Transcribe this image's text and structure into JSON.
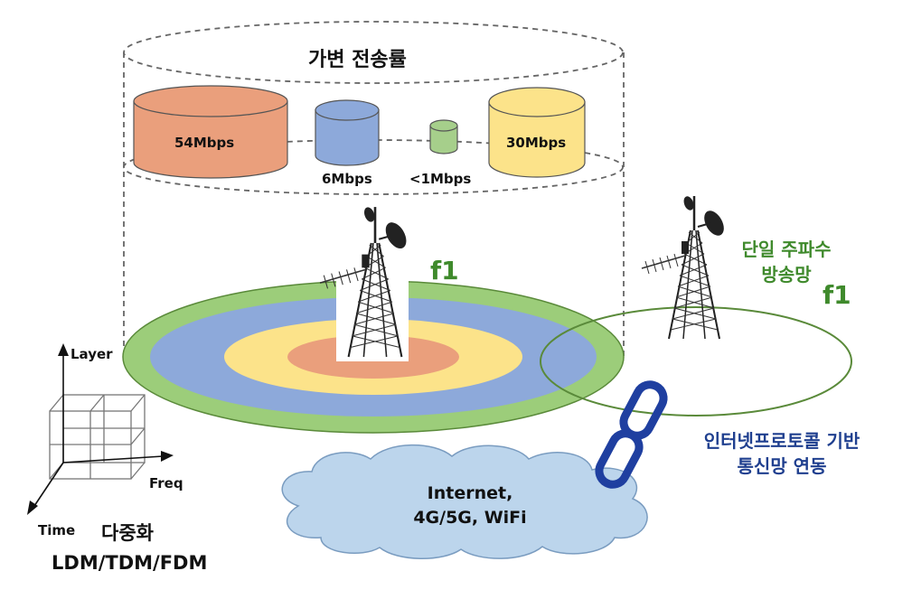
{
  "header": {
    "title": "가변 전송률"
  },
  "rates": {
    "r1": "54Mbps",
    "r2": "6Mbps",
    "r3": "<1Mbps",
    "r4": "30Mbps"
  },
  "left_tower": {
    "freq_label": "f1"
  },
  "right_tower": {
    "label_line1": "단일 주파수",
    "label_line2": "방송망",
    "freq_label": "f1"
  },
  "link": {
    "label_line1": "인터넷프로토콜 기반",
    "label_line2": "통신망 연동"
  },
  "cloud": {
    "line1": "Internet,",
    "line2": "4G/5G, WiFi"
  },
  "axes": {
    "layer": "Layer",
    "freq": "Freq",
    "time": "Time"
  },
  "multiplex": {
    "title": "다중화",
    "subtitle": "LDM/TDM/FDM"
  },
  "colors": {
    "orange": "#ea9f7c",
    "blue": "#8da9da",
    "green_cyl": "#a6cf8b",
    "yellow": "#fce38a",
    "ring_green": "#9ccd7a",
    "ring_blue": "#8da9da",
    "ring_yellow": "#fce38a",
    "ring_orange": "#ea9f7c",
    "green_text": "#3f8a2c",
    "blue_text": "#1f3f8f",
    "cloud": "#bcd5ec"
  }
}
